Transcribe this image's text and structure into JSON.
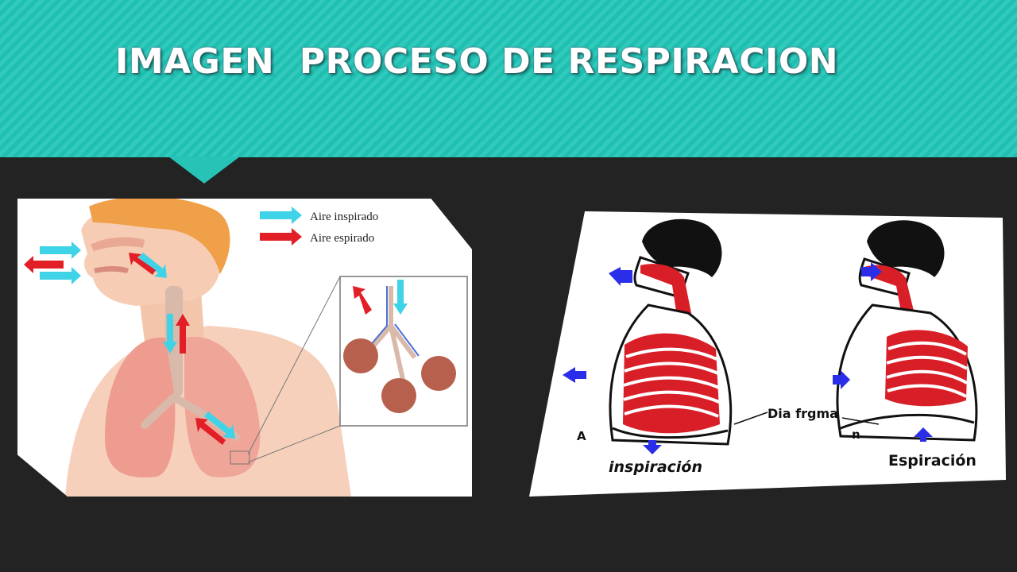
{
  "slide": {
    "title": "IMAGEN  PROCESO DE RESPIRACION"
  },
  "respiratory_diagram": {
    "legend": [
      {
        "label": "Aire inspirado",
        "color": "#3fd3e8"
      },
      {
        "label": "Aire espirado",
        "color": "#e21f26"
      }
    ]
  },
  "breathing_diagram": {
    "label_a": "A",
    "label_b": "n",
    "diaphragm_label": "Dia frgma",
    "inspiration_label": "inspiración",
    "expiration_label": "Espiración"
  },
  "colors": {
    "header": "#29c4b7",
    "background": "#232323",
    "inspired": "#3fd3e8",
    "expired": "#e21f26",
    "airflow": "#2b2ee8"
  }
}
